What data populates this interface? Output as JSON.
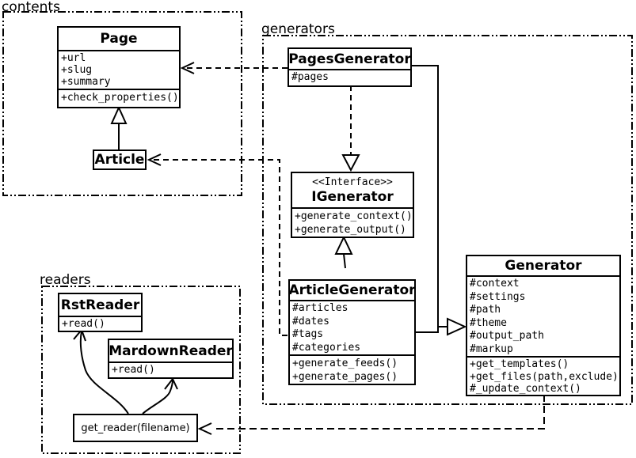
{
  "diagram": {
    "type": "uml-class-diagram",
    "packages": [
      {
        "id": "contents",
        "label": "contents"
      },
      {
        "id": "generators",
        "label": "generators"
      },
      {
        "id": "readers",
        "label": "readers"
      }
    ],
    "classes": {
      "page": {
        "name": "Page",
        "attrs": [
          "+url",
          "+slug",
          "+summary"
        ],
        "methods": [
          "+check_properties()"
        ]
      },
      "article": {
        "name": "Article"
      },
      "pages_generator": {
        "name": "PagesGenerator",
        "attrs": [
          "#pages"
        ]
      },
      "igenerator": {
        "stereotype": "<<Interface>>",
        "name": "IGenerator",
        "methods": [
          "+generate_context()",
          "+generate_output()"
        ]
      },
      "article_generator": {
        "name": "ArticleGenerator",
        "attrs": [
          "#articles",
          "#dates",
          "#tags",
          "#categories"
        ],
        "methods": [
          "+generate_feeds()",
          "+generate_pages()"
        ]
      },
      "generator": {
        "name": "Generator",
        "attrs": [
          "#context",
          "#settings",
          "#path",
          "#theme",
          "#output_path",
          "#markup"
        ],
        "methods": [
          "+get_templates()",
          "+get_files(path,exclude)",
          "#_update_context()"
        ]
      },
      "rst_reader": {
        "name": "RstReader",
        "methods": [
          "+read()"
        ]
      },
      "mardown_reader": {
        "name": "MardownReader",
        "methods": [
          "+read()"
        ]
      },
      "get_reader": {
        "label": "get_reader(filename)"
      }
    },
    "relationships": [
      "Article --|> Page (inheritance)",
      "PagesGenerator ..> Page (dependency)",
      "ArticleGenerator ..> Article (dependency)",
      "PagesGenerator ..|> IGenerator (realization)",
      "ArticleGenerator --|> IGenerator (inheritance)",
      "PagesGenerator --|> Generator (inheritance)",
      "ArticleGenerator --|> Generator (inheritance)",
      "Generator ..> get_reader(filename) (dependency)",
      "get_reader(filename) --> RstReader",
      "get_reader(filename) --> MardownReader"
    ],
    "colors": {
      "ink": "#000000",
      "paper": "#ffffff"
    }
  }
}
